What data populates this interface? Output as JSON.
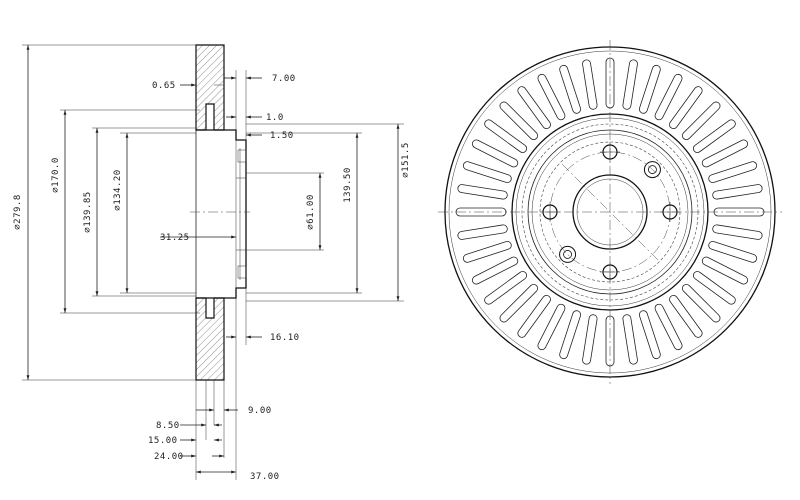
{
  "drawing": {
    "left_view_dimensions": {
      "d_outer": "⌀279.8",
      "d_170": "⌀170.0",
      "d_139_85": "⌀139.85",
      "d_134_20": "⌀134.20",
      "d_151_5": "⌀151.5",
      "h_139_50": "139.50",
      "d_61": "⌀61.00",
      "r_31_25": "31.25",
      "t_0_65": "0.65",
      "t_7_00": "7.00",
      "t_1_0": "1.0",
      "t_1_50": "1.50",
      "t_16_10": "16.10",
      "t_9_00": "9.00",
      "t_8_50": "8.50",
      "t_15_00": "15.00",
      "t_24_00": "24.00",
      "t_37_00": "37.00"
    },
    "right_view": {
      "bolt_holes": 4,
      "vent_slots": 40
    }
  }
}
